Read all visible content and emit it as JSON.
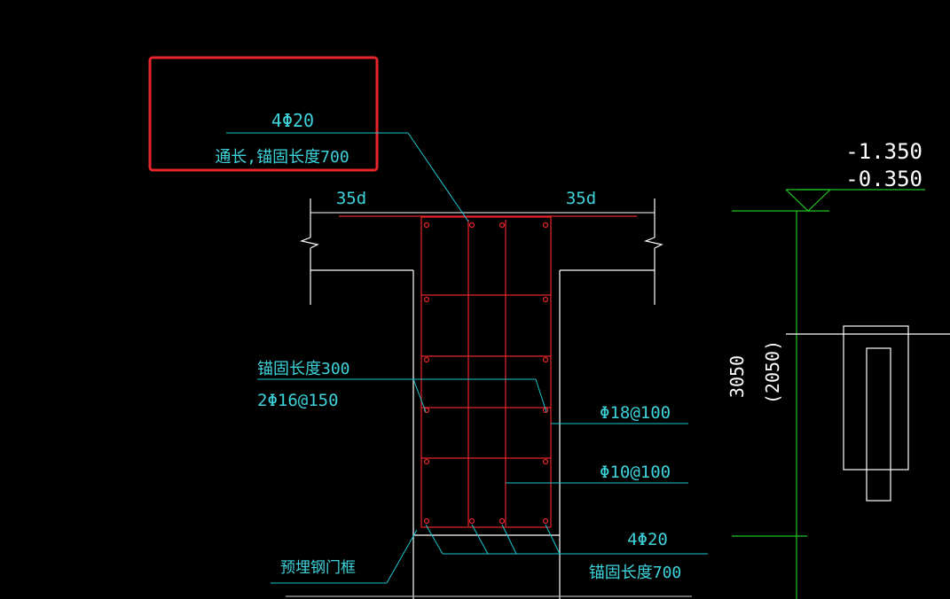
{
  "colors": {
    "background": "#000000",
    "outline": "#ffffff",
    "rebar": "#e8252a",
    "leader": "#19c6d0",
    "text_cyan": "#3cd3db",
    "elevation_line": "#22c322",
    "elevation_text": "#ffffff",
    "highlight_box": "#e8252a"
  },
  "annotations": {
    "top_bar_count": "4Φ20",
    "top_bar_note": "通长,锚固长度700",
    "anchor_left": "35d",
    "anchor_right": "35d",
    "side_anchor_length": "锚固长度300",
    "side_bars": "2Φ16@150",
    "stirrup_outer": "Φ18@100",
    "stirrup_inner": "Φ10@100",
    "bottom_bar_count": "4Φ20",
    "bottom_bar_note": "锚固长度700",
    "embedded_frame": "预埋钢门框"
  },
  "elevations": {
    "top_value": "-1.350",
    "second_value": "-0.350",
    "height_main": "3050",
    "height_alt": "(2050)"
  }
}
